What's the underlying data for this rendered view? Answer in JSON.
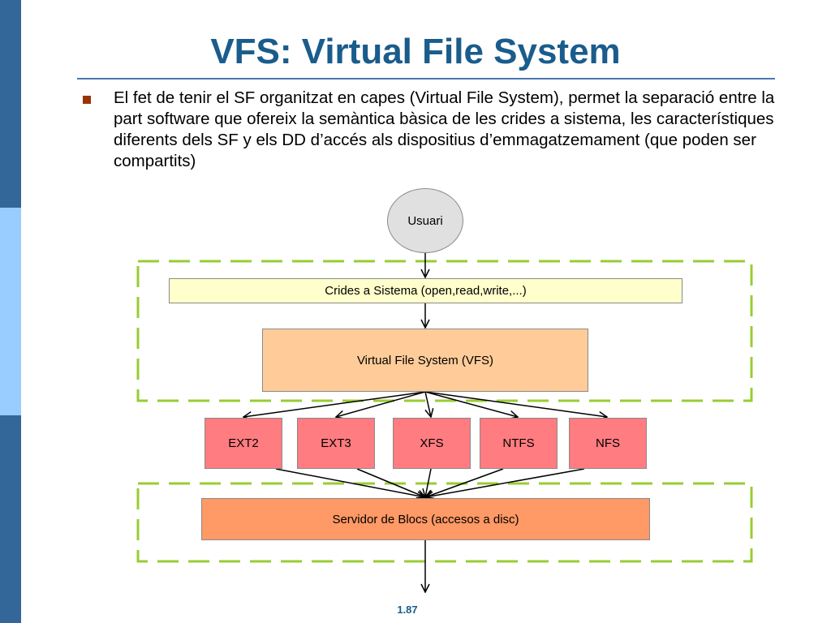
{
  "slide": {
    "title": "VFS: Virtual File System",
    "bullet": "El fet de tenir el SF organitzat en capes (Virtual File System), permet la separació entre la part software que ofereix la semàntica bàsica de les crides a sistema, les característiques diferents dels SF y els DD d’accés als dispositius d’emmagatzemament (que poden ser compartits)",
    "page_number": "1.87"
  },
  "diagram": {
    "user": "Usuari",
    "syscalls": "Crides a Sistema (open,read,write,...)",
    "vfs": "Virtual File System (VFS)",
    "filesystems": [
      "EXT2",
      "EXT3",
      "XFS",
      "NTFS",
      "NFS"
    ],
    "block_server": "Servidor de Blocs (accesos a disc)"
  },
  "colors": {
    "title": "#1a5c8c",
    "rule": "#4a78b0",
    "sidebar_dark": "#336699",
    "sidebar_light": "#99ccff",
    "bullet": "#993300",
    "group_border": "#99cc33",
    "user_fill": "#e0e0e0",
    "syscall_fill": "#ffffcc",
    "vfs_fill": "#ffcc99",
    "fs_fill": "#ff7c80",
    "block_fill": "#ff9966",
    "page_number": "#1a5c8c"
  }
}
